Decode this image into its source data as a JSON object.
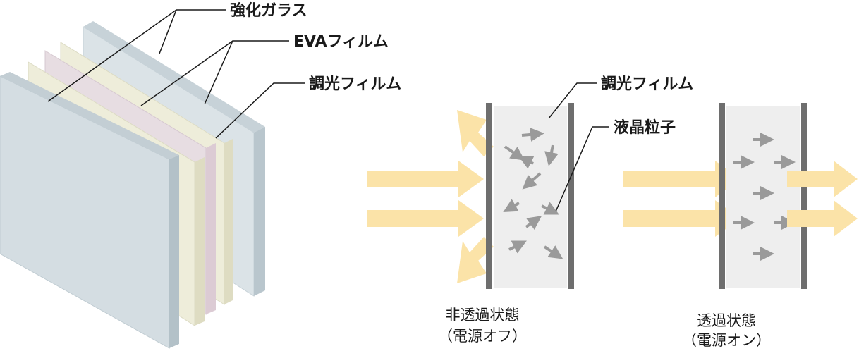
{
  "labels": {
    "tempered_glass": "強化ガラス",
    "eva_film": "EVAフィルム",
    "dimming_film_left": "調光フィルム",
    "dimming_film_right": "調光フィルム",
    "liquid_crystal": "液晶粒子"
  },
  "states": {
    "off": {
      "line1": "非透過状態",
      "line2": "（電源オフ）"
    },
    "on": {
      "line1": "透過状態",
      "line2": "（電源オン）"
    }
  },
  "colors": {
    "glass": "#d4dde2",
    "eva": "#ecebd7",
    "film": "#e4d9df",
    "light": "#fbe3a8",
    "particle": "#9a9a9a",
    "electrode": "#6e6e6e",
    "cell": "#eeeeee"
  }
}
